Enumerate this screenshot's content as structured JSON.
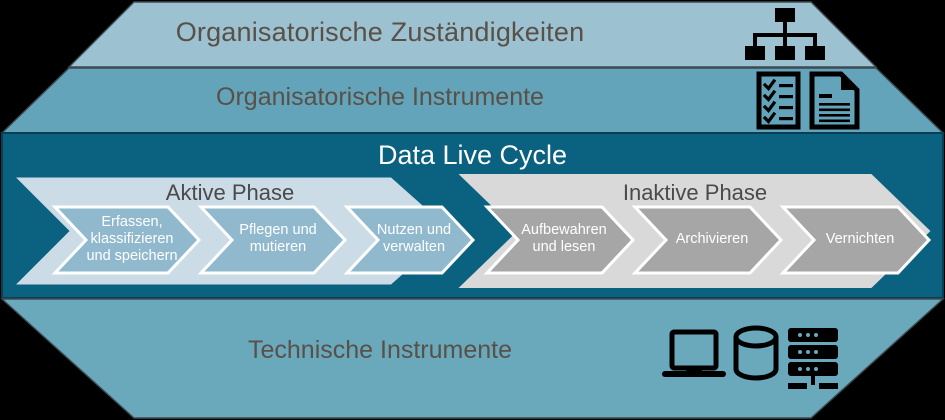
{
  "diagram": {
    "title_band": "Data Live Cycle",
    "layers": [
      {
        "name": "organisatorische-zustaendigkeiten",
        "label": "Organisatorische Zuständigkeiten",
        "fill": "#9CC1D1",
        "icons": [
          "org-chart-icon"
        ]
      },
      {
        "name": "organisatorische-instrumente",
        "label": "Organisatorische Instrumente",
        "fill": "#63A4BA",
        "icons": [
          "checklist-icon",
          "document-icon"
        ]
      },
      {
        "name": "data-live-cycle",
        "label": "Data Live Cycle",
        "fill": "#0A6180",
        "icons": []
      },
      {
        "name": "technische-instrumente",
        "label": "Technische Instrumente",
        "fill": "#6AA8BC",
        "icons": [
          "laptop-icon",
          "database-icon",
          "server-icon"
        ]
      }
    ],
    "phases": [
      {
        "id": "aktive",
        "label": "Aktive Phase",
        "band_fill": "#CBDCE6",
        "band_stroke": "#0A6180",
        "step_fill": "#91B9CE",
        "steps": [
          {
            "name": "erfassen",
            "label": "Erfassen,\nklassifizieren\nund speichern"
          },
          {
            "name": "pflegen",
            "label": "Pflegen und\nmutieren"
          },
          {
            "name": "nutzen",
            "label": "Nutzen und\nverwalten"
          }
        ]
      },
      {
        "id": "inaktive",
        "label": "Inaktive Phase",
        "band_fill": "#D9D9D9",
        "band_stroke": "#D9D9D9",
        "step_fill": "#A6A6A6",
        "steps": [
          {
            "name": "aufbewahren",
            "label": "Aufbewahren\nund lesen"
          },
          {
            "name": "archivieren",
            "label": "Archivieren"
          },
          {
            "name": "vernichten",
            "label": "Vernichten"
          }
        ]
      }
    ],
    "colors": {
      "background": "#000000",
      "top_layer": "#9CC1D1",
      "second_layer": "#63A4BA",
      "core_band": "#0A6180",
      "bottom_layer": "#6AA8BC",
      "text_brown": "#595047",
      "text_white": "#FFFFFF",
      "icon_black": "#000000"
    }
  }
}
